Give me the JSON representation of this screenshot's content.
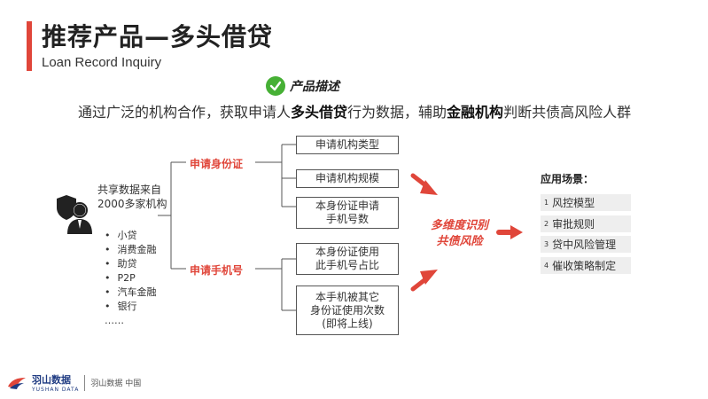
{
  "header": {
    "title": "推荐产品—多头借贷",
    "subtitle": "Loan Record Inquiry"
  },
  "description": {
    "label": "产品描述",
    "part1": "通过广泛的机构合作，获取申请人",
    "bold1": "多头借贷",
    "part2": "行为数据，辅助",
    "bold2": "金融机构",
    "part3": "判断共债高风险人群"
  },
  "source": {
    "shared_line1": "共享数据来自",
    "shared_line2": "2000多家机构",
    "institutions": [
      "小贷",
      "消费金融",
      "助贷",
      "P2P",
      "汽车金融",
      "银行"
    ],
    "more": "……"
  },
  "branches": {
    "id_card": {
      "label": "申请身份证",
      "boxes": [
        "申请机构类型",
        "申请机构规模",
        "本身份证申请\n手机号数"
      ]
    },
    "phone": {
      "label": "申请手机号",
      "boxes": [
        "本身份证使用\n此手机号占比",
        "本手机被其它\n身份证使用次数\n(即将上线)"
      ]
    }
  },
  "center": {
    "line1": "多维度识别",
    "line2": "共债风险"
  },
  "scenarios": {
    "heading": "应用场景：",
    "items": [
      {
        "num": "1",
        "label": "风控模型"
      },
      {
        "num": "2",
        "label": "审批规则"
      },
      {
        "num": "3",
        "label": "贷中风险管理"
      },
      {
        "num": "4",
        "label": "催收策略制定"
      }
    ]
  },
  "footer": {
    "logo_name": "羽山数据",
    "logo_sub": "YUSHAN DATA",
    "tagline": "羽山数据 中国"
  },
  "colors": {
    "accent": "#e0463a",
    "check": "#46b035",
    "brand": "#1f3b82"
  }
}
